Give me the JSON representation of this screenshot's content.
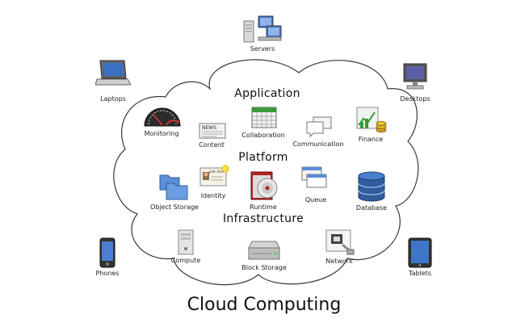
{
  "title": "Cloud Computing",
  "sections": {
    "application": "Application",
    "platform": "Platform",
    "infrastructure": "Infrastructure"
  },
  "devices": {
    "servers": "Servers",
    "laptops": "Laptops",
    "desktops": "Desktops",
    "phones": "Phones",
    "tablets": "Tablets"
  },
  "application_items": {
    "monitoring": "Monitoring",
    "content": "Content",
    "collaboration": "Collaboration",
    "communication": "Communication",
    "finance": "Finance"
  },
  "platform_items": {
    "object_storage": "Object Storage",
    "identity": "Identity",
    "runtime": "Runtime",
    "queue": "Queue",
    "database": "Database"
  },
  "infrastructure_items": {
    "compute": "Compute",
    "block_storage": "Block Storage",
    "network": "Network"
  },
  "icon_text": {
    "news_banner": "NEWS",
    "id_card_name": "John Doe"
  },
  "colors": {
    "cloud_fill": "#ffffff",
    "cloud_stroke": "#3a3a3a",
    "monitor_blue": "#3b6fc2",
    "folder_blue": "#5b8fd6",
    "database_blue": "#2f5d9e",
    "finance_green": "#3a9a3a",
    "runtime_red": "#b32222"
  }
}
